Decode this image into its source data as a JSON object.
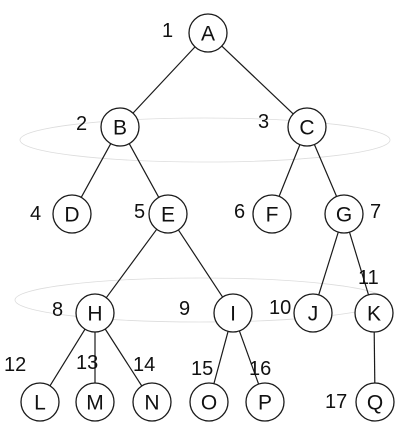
{
  "tree": {
    "nodes": [
      {
        "id": "A",
        "label": "A",
        "number": "1"
      },
      {
        "id": "B",
        "label": "B",
        "number": "2"
      },
      {
        "id": "C",
        "label": "C",
        "number": "3"
      },
      {
        "id": "D",
        "label": "D",
        "number": "4"
      },
      {
        "id": "E",
        "label": "E",
        "number": "5"
      },
      {
        "id": "F",
        "label": "F",
        "number": "6"
      },
      {
        "id": "G",
        "label": "G",
        "number": "7"
      },
      {
        "id": "H",
        "label": "H",
        "number": "8"
      },
      {
        "id": "I",
        "label": "I",
        "number": "9"
      },
      {
        "id": "J",
        "label": "J",
        "number": "10"
      },
      {
        "id": "K",
        "label": "K",
        "number": "11"
      },
      {
        "id": "L",
        "label": "L",
        "number": "12"
      },
      {
        "id": "M",
        "label": "M",
        "number": "13"
      },
      {
        "id": "N",
        "label": "N",
        "number": "14"
      },
      {
        "id": "O",
        "label": "O",
        "number": "15"
      },
      {
        "id": "P",
        "label": "P",
        "number": "16"
      },
      {
        "id": "Q",
        "label": "Q",
        "number": "17"
      }
    ],
    "edges": [
      [
        "A",
        "B"
      ],
      [
        "A",
        "C"
      ],
      [
        "B",
        "D"
      ],
      [
        "B",
        "E"
      ],
      [
        "C",
        "F"
      ],
      [
        "C",
        "G"
      ],
      [
        "E",
        "H"
      ],
      [
        "E",
        "I"
      ],
      [
        "G",
        "J"
      ],
      [
        "G",
        "K"
      ],
      [
        "H",
        "L"
      ],
      [
        "H",
        "M"
      ],
      [
        "H",
        "N"
      ],
      [
        "I",
        "O"
      ],
      [
        "I",
        "P"
      ],
      [
        "K",
        "Q"
      ]
    ],
    "colors": {
      "stroke": "#1a1a1a",
      "fill": "#ffffff",
      "text": "#111111"
    }
  }
}
